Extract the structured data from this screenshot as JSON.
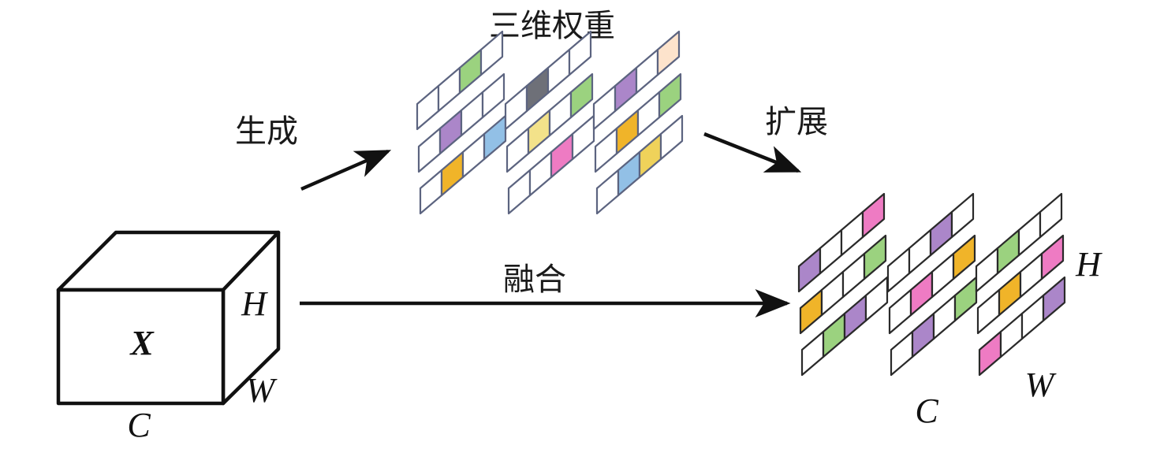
{
  "labels": {
    "weights_title": "三维权重",
    "generate": "生成",
    "expand": "扩展",
    "fuse": "融合",
    "cube_var": "X",
    "cube_h": "H",
    "cube_w": "W",
    "cube_c": "C",
    "out_h": "H",
    "out_w": "W",
    "out_c": "C"
  },
  "palette": {
    "green": "#9bd27f",
    "purple": "#ab86c9",
    "orange": "#f0b429",
    "blue": "#92c0e6",
    "yellow": "#f3e28a",
    "gold": "#efd25a",
    "pink": "#ee7bc3",
    "gray": "#6e7078",
    "peach": "#fde3cc",
    "white": "#ffffff"
  },
  "weights_grid": {
    "groups": [
      [
        [
          "white",
          "white",
          "green",
          "white"
        ],
        [
          "white",
          "purple",
          "white",
          "white"
        ],
        [
          "white",
          "orange",
          "white",
          "blue"
        ]
      ],
      [
        [
          "white",
          "gray",
          "white",
          "white"
        ],
        [
          "white",
          "yellow",
          "white",
          "green"
        ],
        [
          "white",
          "white",
          "pink",
          "white"
        ]
      ],
      [
        [
          "white",
          "purple",
          "white",
          "peach"
        ],
        [
          "white",
          "orange",
          "white",
          "green"
        ],
        [
          "white",
          "blue",
          "gold",
          "white"
        ]
      ]
    ]
  },
  "output_grid": {
    "groups": [
      [
        [
          "purple",
          "white",
          "white",
          "pink"
        ],
        [
          "orange",
          "white",
          "white",
          "green"
        ],
        [
          "white",
          "green",
          "purple",
          "white"
        ]
      ],
      [
        [
          "white",
          "white",
          "purple",
          "white"
        ],
        [
          "white",
          "pink",
          "white",
          "orange"
        ],
        [
          "white",
          "purple",
          "white",
          "green"
        ]
      ],
      [
        [
          "white",
          "green",
          "white",
          "white"
        ],
        [
          "white",
          "orange",
          "white",
          "pink"
        ],
        [
          "pink",
          "white",
          "white",
          "purple"
        ]
      ]
    ]
  }
}
